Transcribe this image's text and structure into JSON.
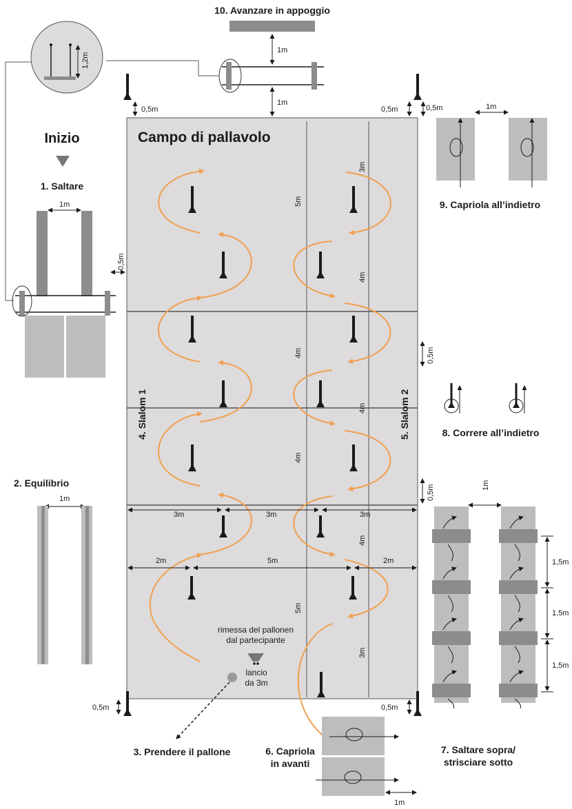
{
  "stations": {
    "s10": "10. Avanzare in appoggio",
    "start": "Inizio",
    "s1": "1. Saltare",
    "s2": "2. Equilibrio",
    "s3": "3. Prendere il pallone",
    "s4": "4. Slalom 1",
    "s5": "5. Slalom 2",
    "s6a": "6. Capriola",
    "s6b": "in avanti",
    "s7a": "7. Saltare sopra/",
    "s7b": "strisciare sotto",
    "s8": "8. Correre all’indietro",
    "s9": "9. Capriola all’indietro"
  },
  "court_title": "Campo di pallavolo",
  "notes": {
    "rimessa1": "rimessa del pallonen",
    "rimessa2": "dal partecipante",
    "lancio1": "lancio",
    "lancio2": "da 3m"
  },
  "dims": {
    "m1": "1m",
    "m2": "2m",
    "m3": "3m",
    "m4": "4m",
    "m5": "5m",
    "m05": "0,5m",
    "m12": "1,2m",
    "m15": "1,5m"
  },
  "colors": {
    "court": "#dddbdb",
    "path": "#f0a050",
    "dark": "#1a1a1a",
    "bar": "#8c8c8c",
    "mat": "#bdbdbd"
  },
  "icons": [
    "cone-icon",
    "start-triangle-icon",
    "ball-icon",
    "tennis-ball-basket-icon",
    "magnifier-circle-icon"
  ]
}
